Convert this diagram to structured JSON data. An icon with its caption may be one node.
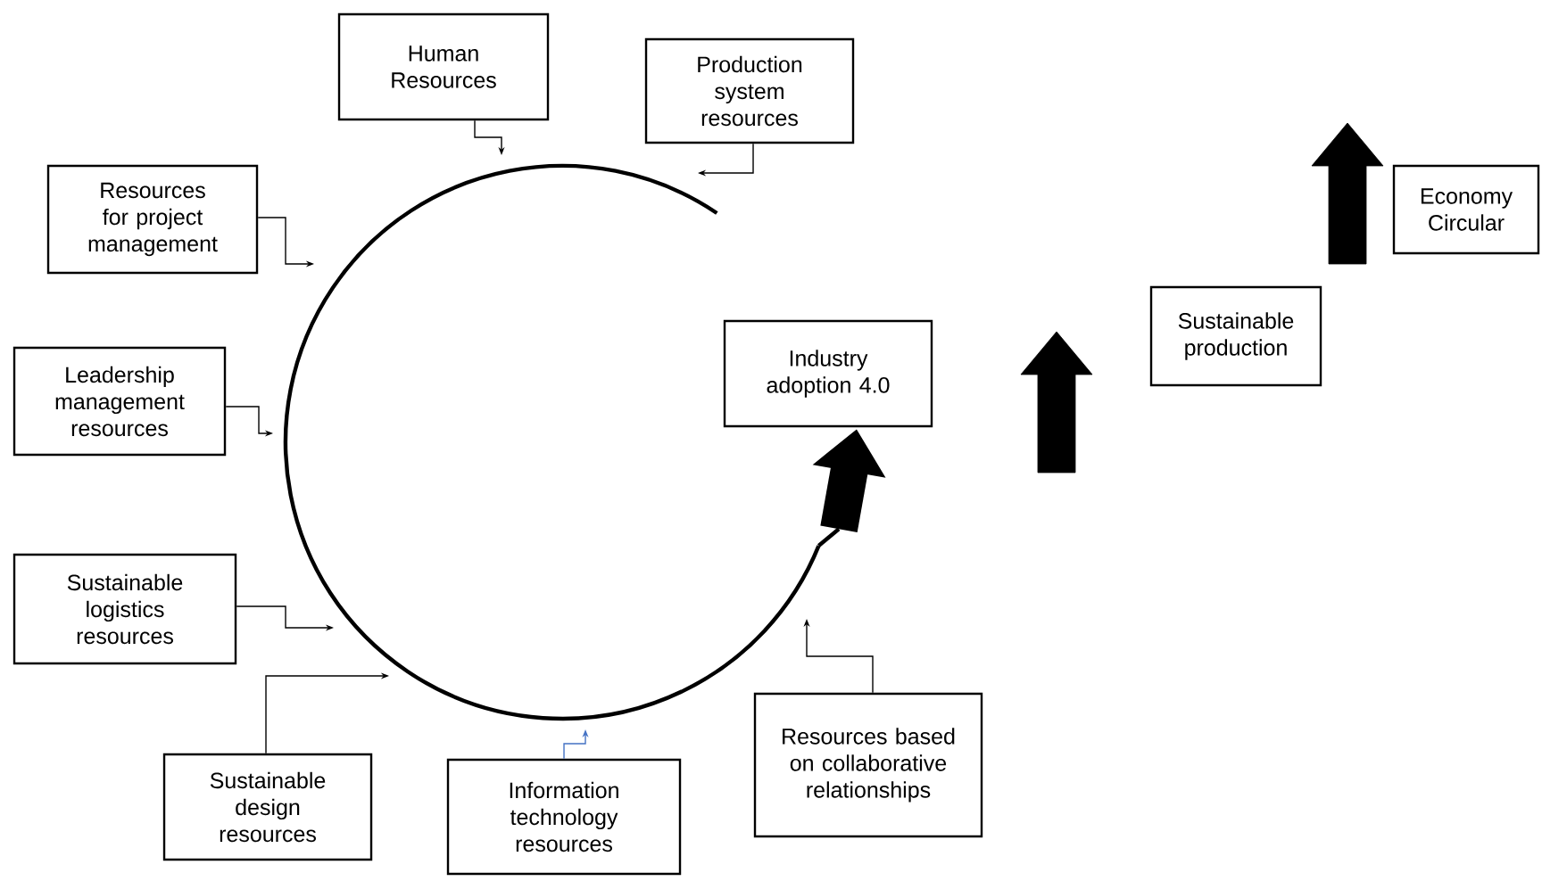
{
  "diagram": {
    "nodes": [
      {
        "text": [
          "Human Resources"
        ]
      },
      {
        "text": [
          "Production system resources"
        ]
      },
      {
        "text": [
          "Resources for project management"
        ]
      },
      {
        "text": [
          "Leadership management resources"
        ]
      },
      {
        "text": [
          "Industry adoption 4.0"
        ]
      },
      {
        "text": [
          "Sustainable production"
        ]
      },
      {
        "text": [
          "Economy Circular"
        ]
      },
      {
        "text": [
          "Sustainable logistics resources"
        ]
      },
      {
        "text": [
          "Sustainable design resources"
        ]
      },
      {
        "text": [
          "Information technology resources"
        ]
      },
      {
        "text": [
          "Resources based on collaborative relationships"
        ]
      },
      {
        "text": [],
        "shape": "circle"
      }
    ],
    "edges": [
      {
        "from": 0,
        "to": 11,
        "arrow": "to"
      },
      {
        "from": 1,
        "to": 11,
        "arrow": "to"
      },
      {
        "from": 2,
        "to": 11,
        "arrow": "to"
      },
      {
        "from": 3,
        "to": 11,
        "arrow": "to"
      },
      {
        "from": 7,
        "to": 11,
        "arrow": "to"
      },
      {
        "from": 8,
        "to": 11,
        "arrow": "to"
      },
      {
        "from": 9,
        "to": 11,
        "arrow": "to",
        "color": "#4472c4"
      },
      {
        "from": 10,
        "to": 11,
        "arrow": "to"
      },
      {
        "from": 11,
        "to": 4,
        "arrow": "to",
        "style": "thick"
      },
      {
        "from": 4,
        "to": 5,
        "arrow": "to",
        "style": "thick"
      },
      {
        "from": 5,
        "to": 6,
        "arrow": "to",
        "style": "thick"
      }
    ]
  }
}
